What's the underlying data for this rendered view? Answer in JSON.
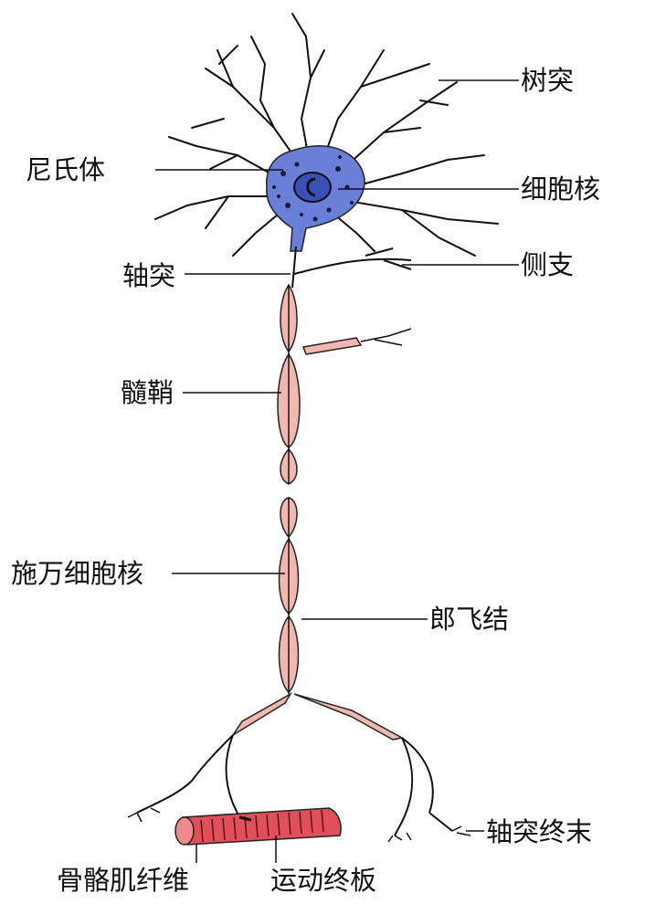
{
  "labels": {
    "dendrite": "树突",
    "nissl_body": "尼氏体",
    "nucleus": "细胞核",
    "collateral": "侧支",
    "axon": "轴突",
    "myelin_sheath": "髓鞘",
    "schwann_nucleus": "施万细胞核",
    "node_of_ranvier": "郎飞结",
    "axon_terminal": "轴突终末",
    "muscle_fiber": "骨骼肌纤维",
    "motor_end_plate": "运动终板"
  },
  "colors": {
    "soma": "#6a7fd8",
    "myelin": "#f2b8b0",
    "muscle": "#e0505a",
    "line": "#111111"
  }
}
